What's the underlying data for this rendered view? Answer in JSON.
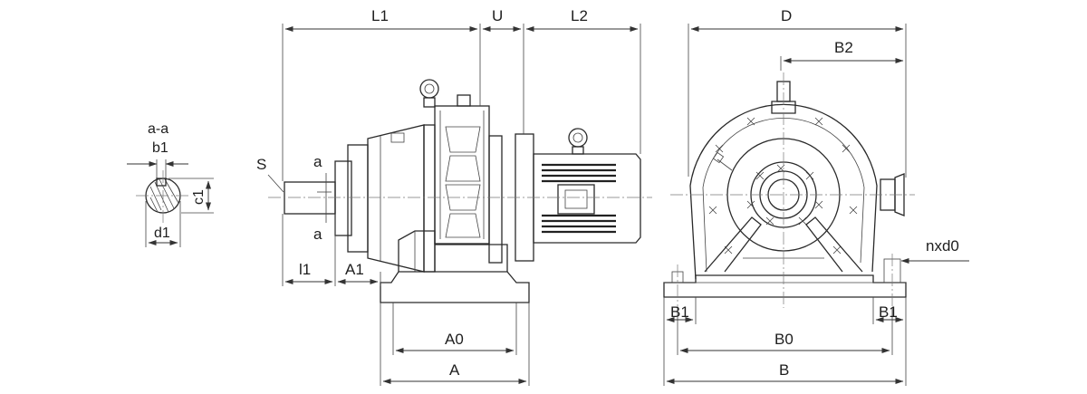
{
  "labels": {
    "section": "a-a",
    "b1": "b1",
    "c1": "c1",
    "d1": "d1",
    "S": "S",
    "a_top": "a",
    "a_bottom": "a",
    "l1": "l1",
    "A1": "A1",
    "L1": "L1",
    "U": "U",
    "L2": "L2",
    "A0": "A0",
    "A": "A",
    "D": "D",
    "B2": "B2",
    "B1_left": "B1",
    "B1_right": "B1",
    "B0": "B0",
    "B": "B",
    "nxd0": "nxd0"
  },
  "colors": {
    "line": "#2a2a2a",
    "background": "#ffffff"
  }
}
